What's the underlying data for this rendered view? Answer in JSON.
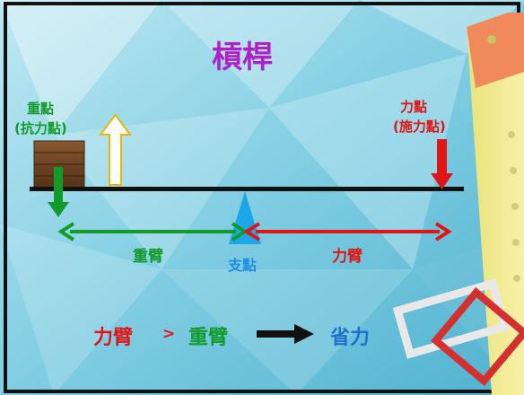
{
  "title": "槓桿",
  "load_point": {
    "line1": "重點",
    "line2": "(抗力點)"
  },
  "effort_point": {
    "line1": "力點",
    "line2": "(施力點)"
  },
  "load_arm_label": "重臂",
  "effort_arm_label": "力臂",
  "fulcrum_label": "支點",
  "equation": {
    "effort_arm": "力臂",
    "greater_than": ">",
    "load_arm": "重臂",
    "result": "省力"
  },
  "colors": {
    "title": "#b01fc8",
    "load": "#129a2a",
    "effort": "#e01515",
    "fulcrum": "#1e8fe0",
    "result": "#1f6fd0",
    "lever": "#111111",
    "frame": "#111111"
  }
}
